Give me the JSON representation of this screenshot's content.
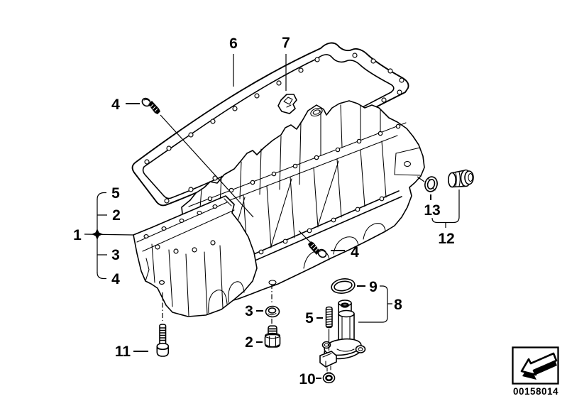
{
  "diagram": {
    "colors": {
      "line": "#000000",
      "background": "#ffffff"
    },
    "callouts": {
      "c1": "1",
      "c2_left": "2",
      "c2_bottom": "2",
      "c3_left": "3",
      "c3_bottom": "3",
      "c4_top": "4",
      "c4_left": "4",
      "c4_center": "4",
      "c5_left": "5",
      "c5_center": "5",
      "c6": "6",
      "c7": "7",
      "c8": "8",
      "c9": "9",
      "c10": "10",
      "c11": "11",
      "c12": "12",
      "c13": "13"
    },
    "legend": {
      "part_code": "00158014"
    }
  }
}
